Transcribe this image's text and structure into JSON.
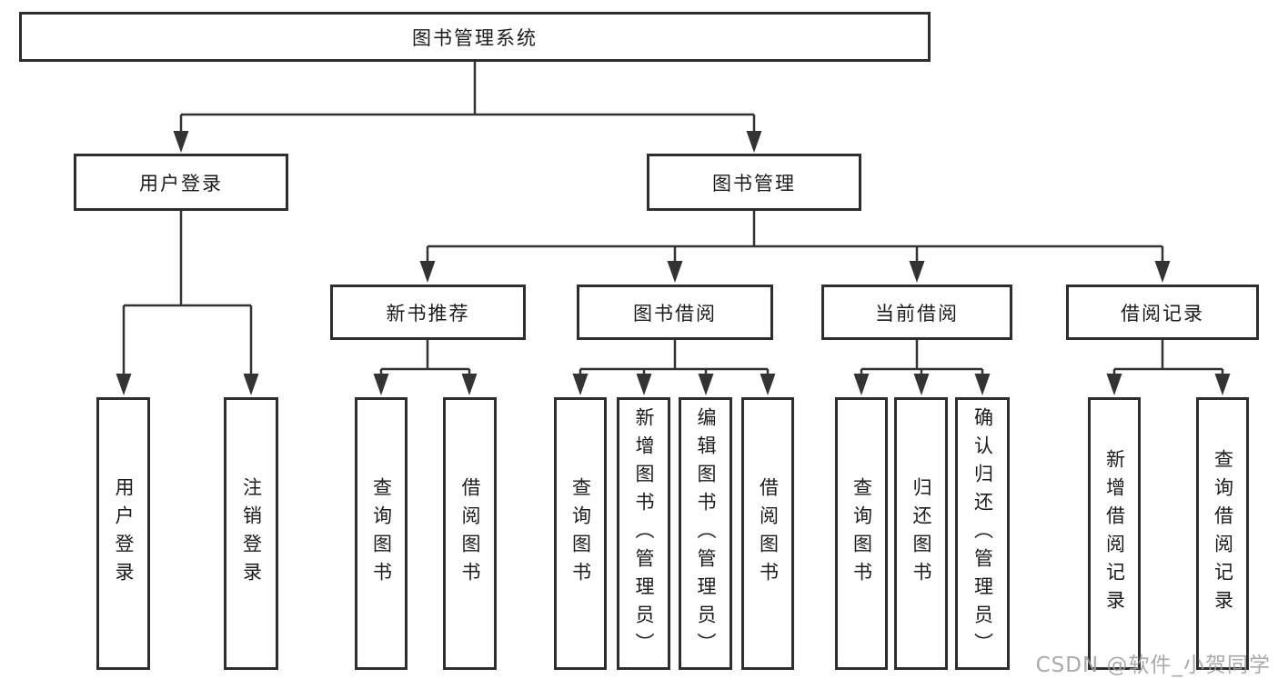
{
  "diagram": {
    "title": "图书管理系统",
    "level2": {
      "user_login": "用户登录",
      "book_management": "图书管理"
    },
    "level3": {
      "new_book_recommend": "新书推荐",
      "book_borrow": "图书借阅",
      "current_borrow": "当前借阅",
      "borrow_records": "借阅记录"
    },
    "leaves": {
      "user_login": [
        "用户登录",
        "注销登录"
      ],
      "new_book_recommend": [
        "查询图书",
        "借阅图书"
      ],
      "book_borrow": [
        "查询图书",
        "新增图书（管理员）",
        "编辑图书（管理员）",
        "借阅图书"
      ],
      "current_borrow": [
        "查询图书",
        "归还图书",
        "确认归还（管理员）"
      ],
      "borrow_records": [
        "新增借阅记录",
        "查询借阅记录"
      ]
    }
  },
  "watermark": "CSDN @软件_小贺同学",
  "colors": {
    "line": "#333333",
    "border": "#2e2e2e",
    "text": "#1b1b1b",
    "watermark": "#9e9e9e",
    "background": "#ffffff"
  }
}
